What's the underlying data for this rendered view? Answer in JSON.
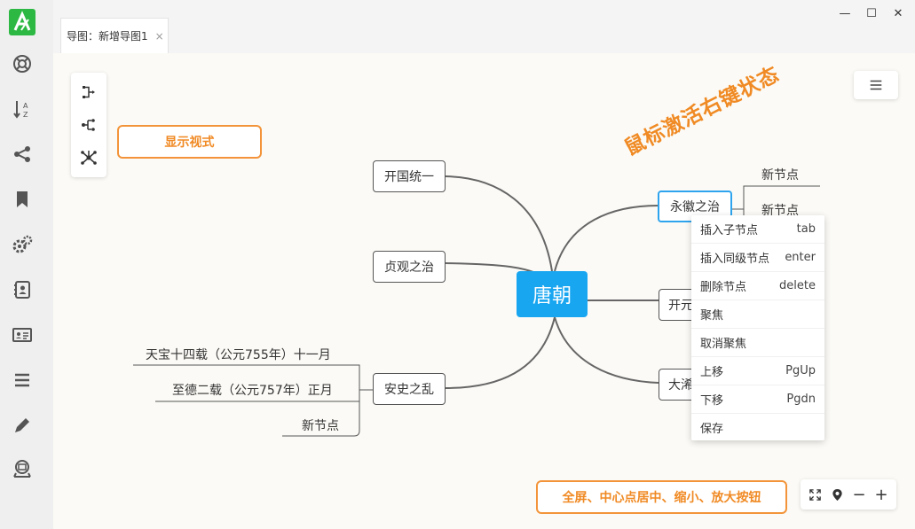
{
  "window": {
    "tab_title": "导图：新增导图1",
    "tab_close": "×",
    "minimize": "—",
    "maximize": "☐",
    "close": "✕"
  },
  "sidebar": {
    "icons": [
      "logo-icon",
      "lifebuoy-icon",
      "sort-az-icon",
      "share-icon",
      "bookmark-icon",
      "settings-icon",
      "contacts-icon",
      "id-card-icon",
      "list-icon",
      "pencil-icon",
      "stamp-icon"
    ]
  },
  "annotations": {
    "display_mode": "显示视式",
    "right_click": "鼠标激活右键状态",
    "bottom_buttons": "全屏、中心点居中、缩小、放大按钮"
  },
  "mindmap": {
    "root": "唐朝",
    "left_nodes": [
      "开国统一",
      "贞观之治",
      "安史之乱"
    ],
    "anshi_children": [
      "天宝十四载（公元755年）十一月",
      "至德二载（公元757年）正月",
      "新节点"
    ],
    "right_nodes": [
      "永徽之治",
      "开元",
      "大浠"
    ],
    "yonghui_children": [
      "新节点",
      "新节点"
    ]
  },
  "context_menu": [
    {
      "label": "插入子节点",
      "key": "tab"
    },
    {
      "label": "插入同级节点",
      "key": "enter"
    },
    {
      "label": "删除节点",
      "key": "delete"
    },
    {
      "label": "聚焦",
      "key": ""
    },
    {
      "label": "取消聚焦",
      "key": ""
    },
    {
      "label": "上移",
      "key": "PgUp"
    },
    {
      "label": "下移",
      "key": "Pgdn"
    },
    {
      "label": "保存",
      "key": ""
    }
  ],
  "zoom": {
    "minus": "−",
    "plus": "+"
  },
  "colors": {
    "accent": "#19a6f1",
    "annotation": "#f08a24",
    "logo": "#2db843"
  }
}
